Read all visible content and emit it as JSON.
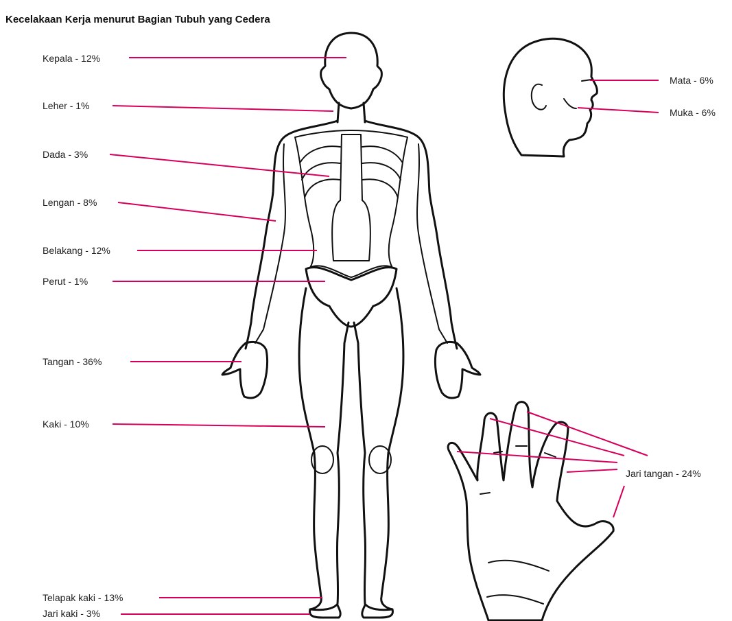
{
  "title": "Kecelakaan Kerja menurut Bagian Tubuh yang Cedera",
  "colors": {
    "pointer": "#d6005c",
    "outline": "#111111",
    "background": "#ffffff"
  },
  "labels": {
    "kepala": "Kepala - 12%",
    "leher": "Leher - 1%",
    "dada": "Dada - 3%",
    "lengan": "Lengan - 8%",
    "belakang": "Belakang - 12%",
    "perut": "Perut - 1%",
    "tangan": "Tangan - 36%",
    "kaki": "Kaki - 10%",
    "telapak_kaki": "Telapak kaki - 13%",
    "jari_kaki": "Jari kaki - 3%",
    "mata": "Mata - 6%",
    "muka": "Muka - 6%",
    "jari_tangan": "Jari tangan - 24%"
  }
}
